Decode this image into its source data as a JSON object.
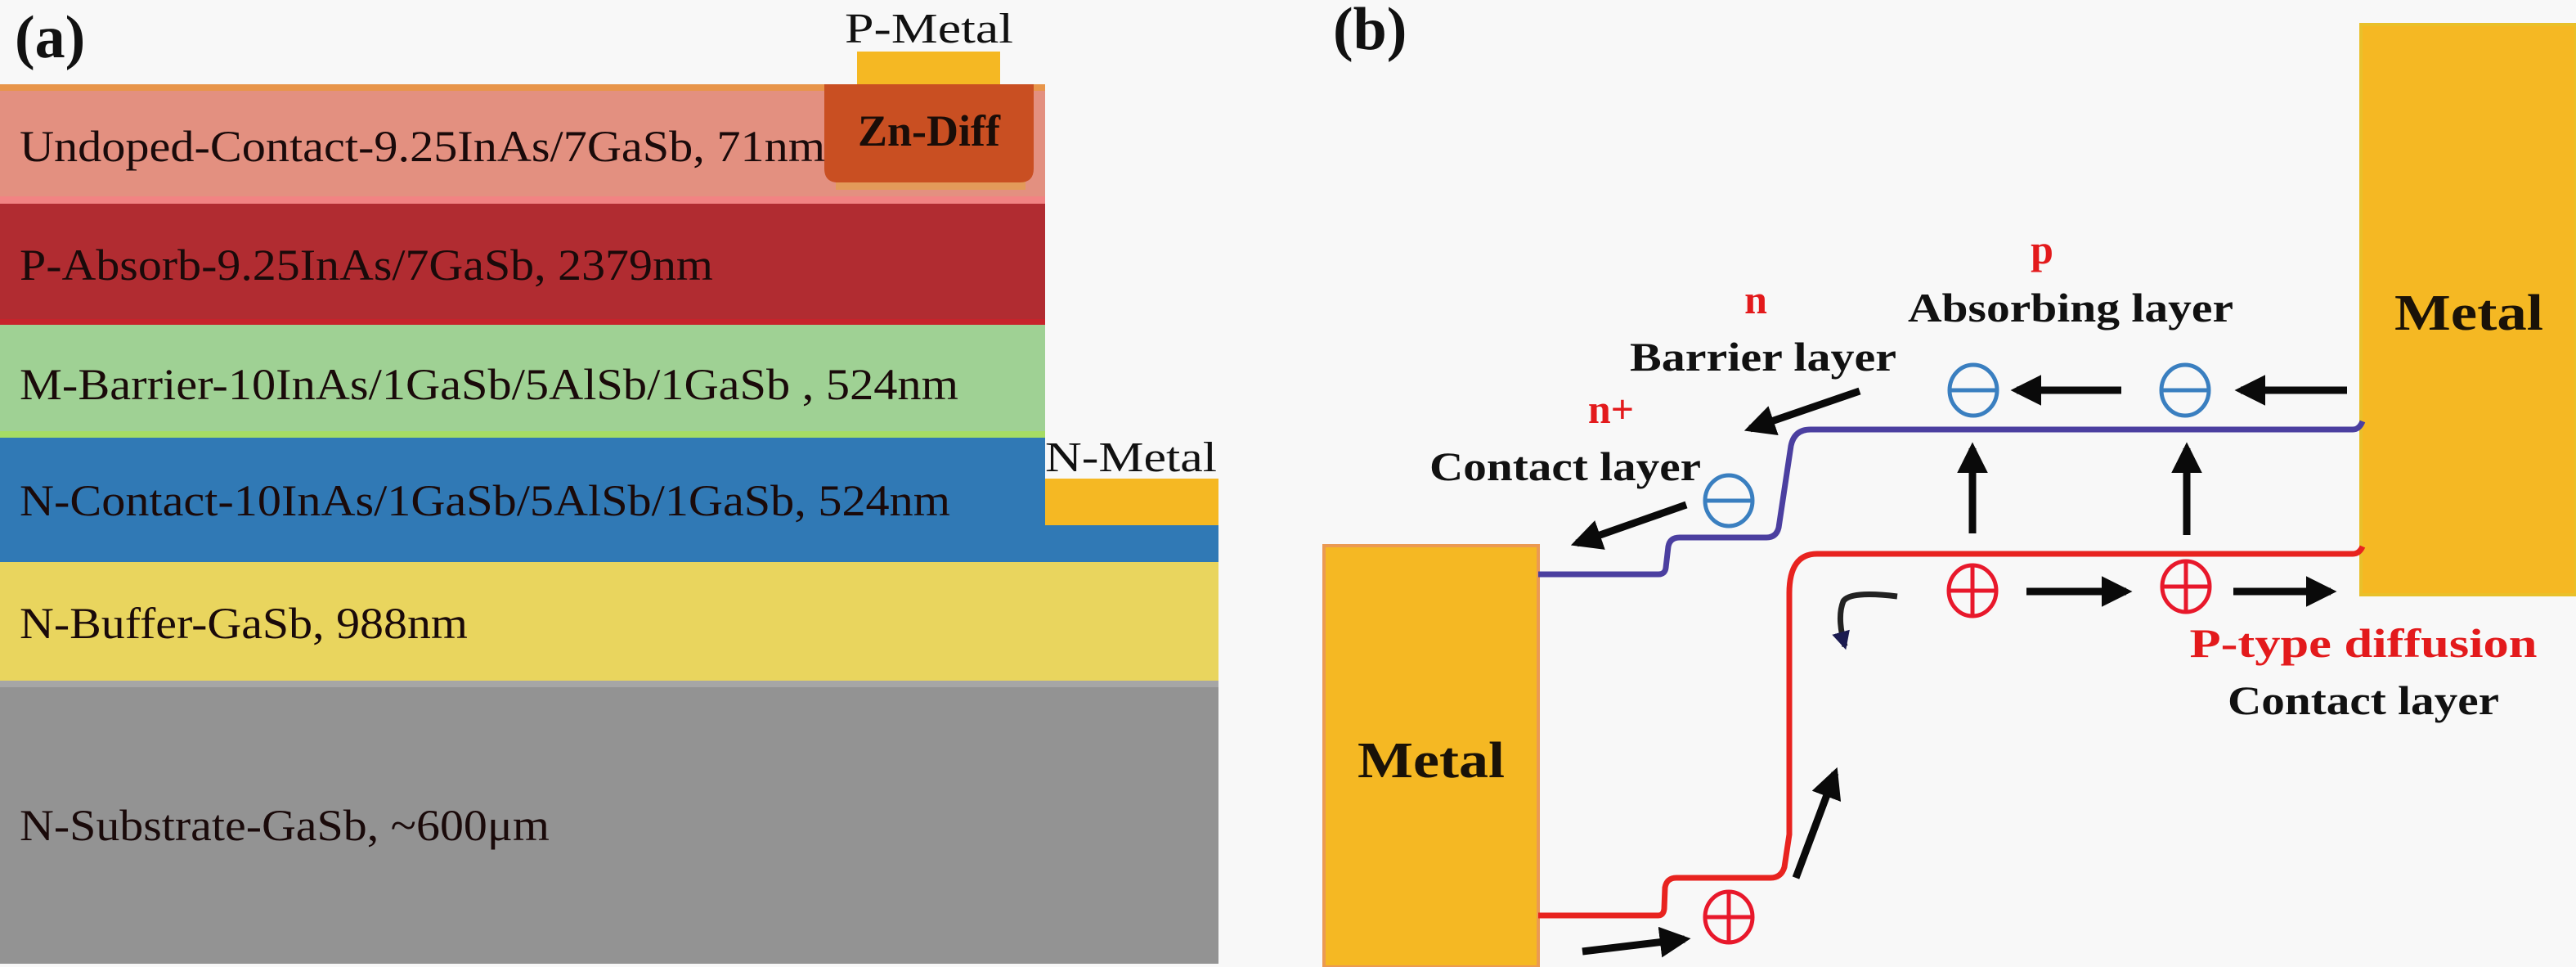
{
  "figure": {
    "panel_a": {
      "label": "(a)",
      "layers": [
        {
          "name": "undoped-contact",
          "text": "Undoped-Contact-9.25InAs/7GaSb, 71nm",
          "color": "#e39080"
        },
        {
          "name": "p-absorb",
          "text": "P-Absorb-9.25InAs/7GaSb, 2379nm",
          "color": "#b12c31"
        },
        {
          "name": "m-barrier",
          "text": "M-Barrier-10InAs/1GaSb/5AlSb/1GaSb , 524nm",
          "color": "#9fd194"
        },
        {
          "name": "n-contact",
          "text": "N-Contact-10InAs/1GaSb/5AlSb/1GaSb, 524nm",
          "color": "#3079b5"
        },
        {
          "name": "n-buffer",
          "text": "N-Buffer-GaSb, 988nm",
          "color": "#e9d55e"
        },
        {
          "name": "n-substrate",
          "text": "N-Substrate-GaSb, ~600μm",
          "color": "#939393"
        }
      ],
      "zn_diff": {
        "text": "Zn-Diff",
        "color": "#c94f22"
      },
      "p_metal": {
        "text": "P-Metal",
        "color": "#f5b823"
      },
      "n_metal": {
        "text": "N-Metal",
        "color": "#f5b823"
      }
    },
    "panel_b": {
      "label": "(b)",
      "left_metal": {
        "text": "Metal",
        "color": "#f5b823"
      },
      "right_metal": {
        "text": "Metal",
        "color": "#f5b823"
      },
      "conduction_band_color": "#4b3fa0",
      "valence_band_color": "#e8231f",
      "electron_symbol": "⊖",
      "hole_symbol": "⊕",
      "regions": {
        "contact": {
          "doping": "n+",
          "name": "Contact layer"
        },
        "barrier": {
          "doping": "n",
          "name": "Barrier layer"
        },
        "absorbing": {
          "doping": "p",
          "name": "Absorbing layer"
        },
        "p_contact": {
          "doping": "P-type diffusion",
          "name": "Contact layer"
        }
      }
    }
  }
}
